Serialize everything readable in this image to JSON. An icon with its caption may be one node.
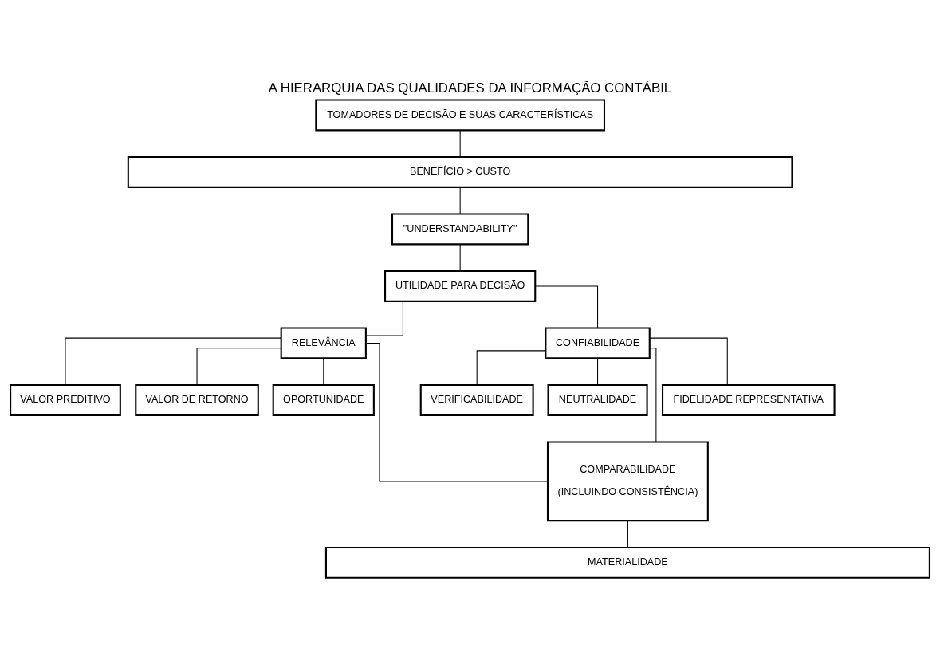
{
  "diagram": {
    "title": "A HIERARQUIA DAS QUALIDADES DA INFORMAÇÃO CONTÁBIL",
    "nodes": [
      {
        "text": [
          "TOMADORES DE DECISÃO E SUAS CARACTERÍSTICAS"
        ]
      },
      {
        "text": [
          "BENEFÍCIO > CUSTO"
        ]
      },
      {
        "text": [
          "\"UNDERSTANDABILITY\""
        ]
      },
      {
        "text": [
          "UTILIDADE PARA DECISÃO"
        ]
      },
      {
        "text": [
          "RELEVÂNCIA"
        ]
      },
      {
        "text": [
          "CONFIABILIDADE"
        ]
      },
      {
        "text": [
          "VALOR PREDITIVO"
        ]
      },
      {
        "text": [
          "VALOR DE RETORNO"
        ]
      },
      {
        "text": [
          "OPORTUNIDADE"
        ]
      },
      {
        "text": [
          "VERIFICABILIDADE"
        ]
      },
      {
        "text": [
          "NEUTRALIDADE"
        ]
      },
      {
        "text": [
          "FIDELIDADE REPRESENTATIVA"
        ]
      },
      {
        "text": [
          "COMPARABILIDADE",
          "(INCLUINDO CONSISTÊNCIA)"
        ]
      },
      {
        "text": [
          "MATERIALIDADE"
        ]
      }
    ],
    "edges": [
      {
        "from": 0,
        "to": 1,
        "arrow": "none"
      },
      {
        "from": 1,
        "to": 2,
        "arrow": "none"
      },
      {
        "from": 2,
        "to": 3,
        "arrow": "none"
      },
      {
        "from": 3,
        "to": 4,
        "arrow": "none"
      },
      {
        "from": 3,
        "to": 5,
        "arrow": "none"
      },
      {
        "from": 4,
        "to": 6,
        "arrow": "none"
      },
      {
        "from": 4,
        "to": 7,
        "arrow": "none"
      },
      {
        "from": 4,
        "to": 8,
        "arrow": "none"
      },
      {
        "from": 5,
        "to": 9,
        "arrow": "none"
      },
      {
        "from": 5,
        "to": 10,
        "arrow": "none"
      },
      {
        "from": 5,
        "to": 11,
        "arrow": "none"
      },
      {
        "from": 4,
        "to": 12,
        "arrow": "none"
      },
      {
        "from": 5,
        "to": 12,
        "arrow": "none"
      },
      {
        "from": 12,
        "to": 13,
        "arrow": "none"
      }
    ]
  }
}
